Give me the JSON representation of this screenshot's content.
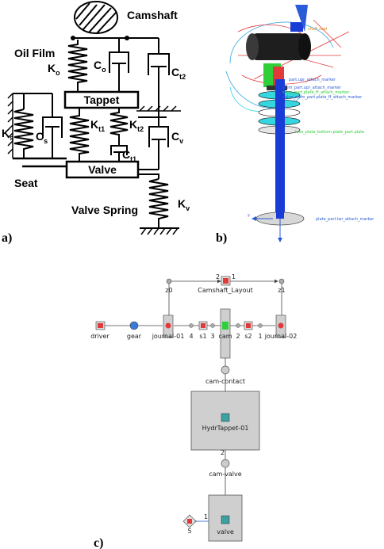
{
  "panel_a": {
    "tag": "a)",
    "camshaft": "Camshaft",
    "oil_film": "Oil Film",
    "tappet": "Tappet",
    "valve": "Valve",
    "seat": "Seat",
    "valve_spring": "Valve Spring",
    "K": "K",
    "C": "C",
    "sub_o": "o",
    "sub_t2": "t2",
    "sub_s": "s",
    "sub_t1": "t1",
    "sub_v": "v"
  },
  "panel_b": {
    "tag": "b)",
    "markers": {
      "m1": "part.upr_attach_marker",
      "m2": "shaft.seal",
      "m3": "stem_part.upr_attach_marker",
      "m4": "stem_part.plate_ff_attach_marker",
      "m5": "valve_stem_part.plate_ff_attach_marker",
      "m6": "lues_plate_bottom.plate_part.plate",
      "m7": "plate_part.lwr_attach_marker",
      "axis": "y"
    }
  },
  "panel_c": {
    "tag": "c)",
    "nodes": {
      "camshaft_layout": "Camshaft_Layout",
      "z0": "z0",
      "z1": "z1",
      "driver": "driver",
      "gear": "gear",
      "journal01": "journal-01",
      "n4": "4",
      "s1": "s1",
      "n3": "3",
      "cam": "cam",
      "n2": "2",
      "s2": "s2",
      "n1": "1",
      "journal02": "journal-02",
      "cam_contact": "cam-contact",
      "hydr_tappet": "HydrTappet-01",
      "n2b": "2",
      "cam_valve": "cam-valve",
      "valve": "valve",
      "n5": "5",
      "n1b": "1",
      "n1c": "1",
      "n2c": "2"
    }
  },
  "colors": {
    "blue_stem": "#1a3cd6",
    "green_part": "#2fcf3a",
    "cyan_spring": "#35d6e0",
    "red_lines": "#e23a3a",
    "black_cam": "#1e1e1e",
    "block_fill": "#cfcfcf",
    "arrow_blue": "#2a5bd8"
  }
}
